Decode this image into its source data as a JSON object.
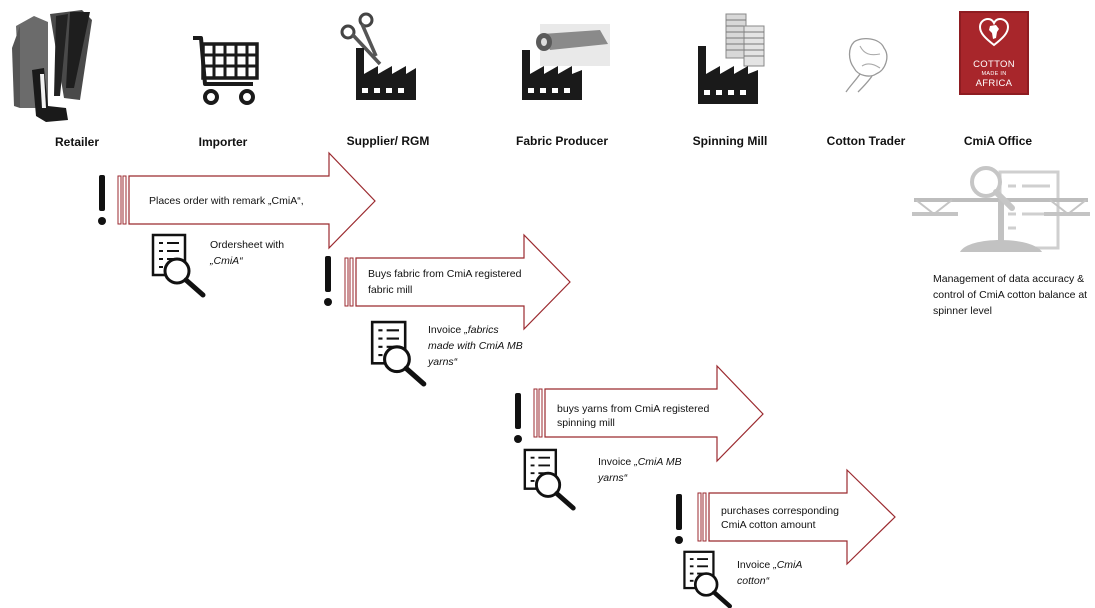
{
  "actors": [
    {
      "label": "Retailer",
      "icon": "clothing-icon"
    },
    {
      "label": "Importer",
      "icon": "shopping-cart-icon"
    },
    {
      "label": "Supplier/ RGM",
      "icon": "factory-scissors-icon"
    },
    {
      "label": "Fabric Producer",
      "icon": "factory-fabric-roll-icon"
    },
    {
      "label": "Spinning Mill",
      "icon": "factory-yarn-icon"
    },
    {
      "label": "Cotton Trader",
      "icon": "cotton-boll-icon"
    },
    {
      "label": "CmiA Office",
      "icon": "cmia-logo-icon"
    }
  ],
  "logo": {
    "line1": "COTTON",
    "line2": "MADE IN",
    "line3": "AFRICA",
    "color": "#a8262b"
  },
  "steps": [
    {
      "action": "Places order with remark „CmiA“,",
      "doc_prefix": "Ordersheet with",
      "doc_italic": "„CmiA“"
    },
    {
      "action": "Buys fabric from CmiA registered fabric mill",
      "doc_prefix": "Invoice",
      "doc_italic": "„fabrics made with CmiA MB yarns“"
    },
    {
      "action": "buys yarns from CmiA registered spinning mill",
      "doc_prefix": "Invoice",
      "doc_italic": "„CmiA MB yarns“"
    },
    {
      "action": "purchases corresponding CmiA cotton amount",
      "doc_prefix": "Invoice",
      "doc_italic": "„CmiA cotton“"
    }
  ],
  "management": {
    "text": "Management of data accuracy & control of CmiA cotton balance at spinner level"
  },
  "colors": {
    "arrow_stroke": "#9b2a2f",
    "icon_dark": "#1a1a1a"
  }
}
